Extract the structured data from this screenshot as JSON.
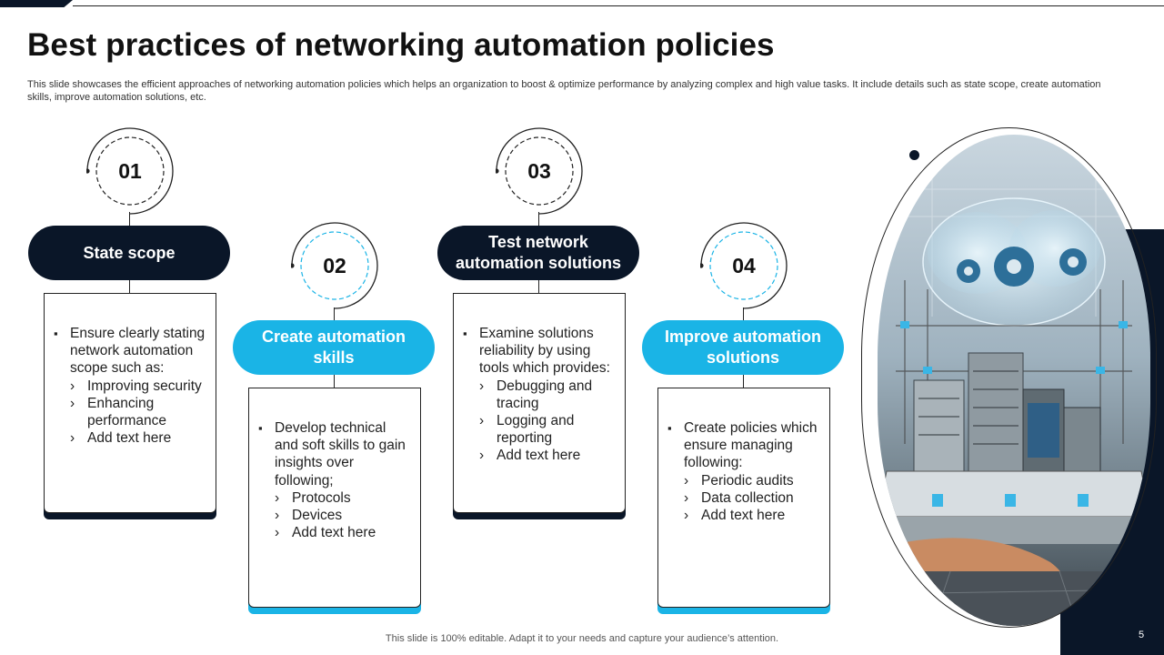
{
  "slide": {
    "title": "Best practices of networking automation policies",
    "subtitle": "This slide showcases the efficient approaches of networking automation policies which helps an organization to boost & optimize performance by analyzing complex and high value tasks. It include details such as state scope, create automation skills, improve automation solutions, etc.",
    "footer": "This slide is 100% editable. Adapt it to your needs and capture your audience’s attention.",
    "page_number": "5"
  },
  "colors": {
    "navy": "#0a1628",
    "blue": "#1ab4e6"
  },
  "steps": [
    {
      "number": "01",
      "heading": "State scope",
      "style": "navy",
      "lead": "Ensure clearly stating network automation scope such as:",
      "items": [
        "Improving security",
        "Enhancing performance",
        "Add text here"
      ]
    },
    {
      "number": "02",
      "heading": "Create automation skills",
      "style": "blue",
      "lead": "Develop technical and soft skills to gain insights over following;",
      "items": [
        "Protocols",
        "Devices",
        "Add text here"
      ]
    },
    {
      "number": "03",
      "heading": "Test network automation solutions",
      "style": "navy",
      "lead": "Examine solutions reliability by using tools which provides:",
      "items": [
        "Debugging and tracing",
        "Logging and reporting",
        "Add text here"
      ]
    },
    {
      "number": "04",
      "heading": "Improve automation solutions",
      "style": "blue",
      "lead": "Create policies which ensure managing following:",
      "items": [
        "Periodic audits",
        "Data collection",
        "Add text here"
      ]
    }
  ],
  "image": {
    "icon": "network-datacenter-image"
  }
}
